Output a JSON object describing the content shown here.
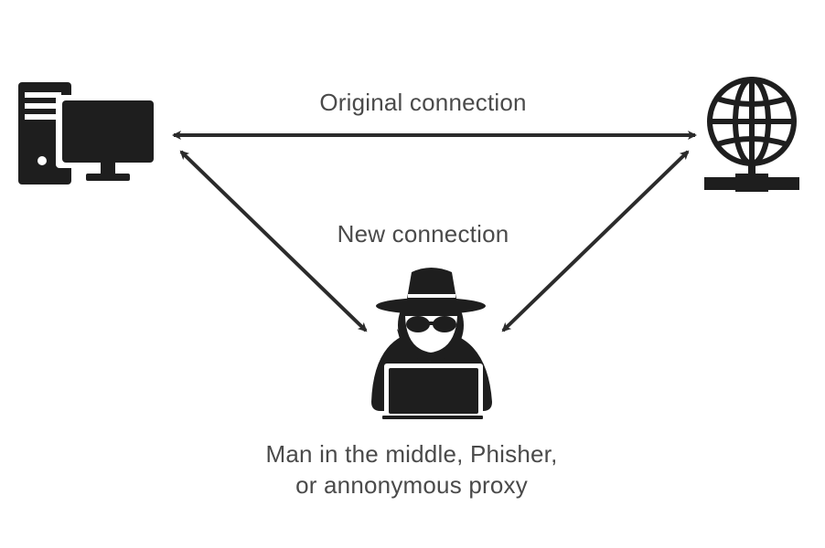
{
  "labels": {
    "original_connection": "Original connection",
    "new_connection": "New connection",
    "attacker_line1": "Man in the middle, Phisher,",
    "attacker_line2": "or annonymous proxy"
  },
  "nodes": [
    {
      "id": "client",
      "icon": "desktop-computer-icon"
    },
    {
      "id": "server",
      "icon": "globe-network-icon"
    },
    {
      "id": "attacker",
      "icon": "hacker-spy-icon"
    }
  ],
  "colors": {
    "icon": "#1e1e1e",
    "arrow": "#2b2b2b",
    "text": "#4a4a4a",
    "background": "#ffffff"
  }
}
